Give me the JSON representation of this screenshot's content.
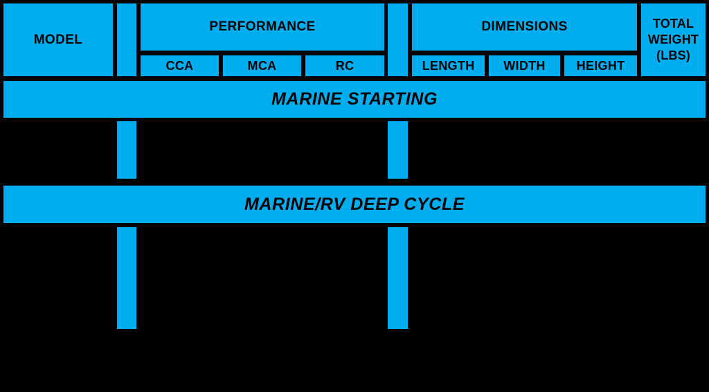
{
  "theme": {
    "accent": "#00aeef",
    "background": "#000000",
    "text": "#000000"
  },
  "table": {
    "header": {
      "model_label": "MODEL",
      "performance_group": "PERFORMANCE",
      "performance_columns": [
        "CCA",
        "MCA",
        "RC"
      ],
      "dimensions_group": "DIMENSIONS",
      "dimensions_columns": [
        "LENGTH",
        "WIDTH",
        "HEIGHT"
      ],
      "total_weight_line1": "TOTAL",
      "total_weight_line2": "WEIGHT",
      "total_weight_line3": "(LBS)"
    },
    "sections": [
      {
        "title": "MARINE STARTING",
        "rows": []
      },
      {
        "title": "MARINE/RV DEEP CYCLE",
        "rows": []
      }
    ]
  }
}
